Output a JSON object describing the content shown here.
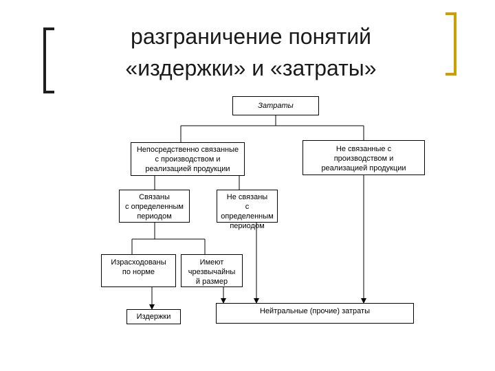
{
  "slide": {
    "title_line1": "разграничение понятий",
    "title_line2": "«издержки» и «затраты»"
  },
  "diagram": {
    "root": "Затраты",
    "direct": "Непосредственно связанные\nс производством и\nреализацией продукции",
    "not_related": "Не связанные с\nпроизводством и\nреализацией продукции",
    "period_linked": "Связаны\nс определенным\nпериодом",
    "period_unlinked": "Не связаны\nс\nопределенным\nпериодом",
    "spent_norm": "Израсходованы\nпо норме",
    "extraordinary": "Имеют\nчрезвычайны\nй размер",
    "costs": "Издержки",
    "neutral": "Нейтральные (прочие) затраты"
  }
}
